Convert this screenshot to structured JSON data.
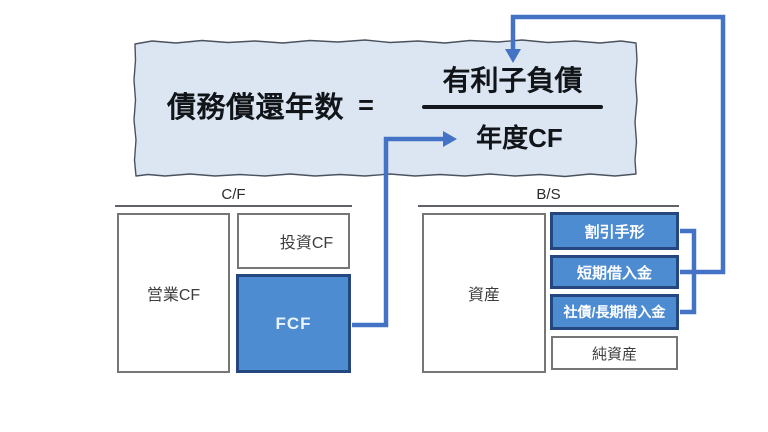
{
  "formula": {
    "lhs": "債務償還年数",
    "equals": "=",
    "numerator": "有利子負債",
    "denominator": "年度CF"
  },
  "cf_chart": {
    "title": "C/F",
    "operating_label": "営業CF",
    "investing_label": "投資CF",
    "fcf_label": "FCF"
  },
  "bs_chart": {
    "title": "B/S",
    "assets_label": "資産",
    "discounted_bills_label": "割引手形",
    "short_term_loan_label": "短期借入金",
    "bonds_long_term_loan_label": "社債/長期借入金",
    "net_assets_label": "純資産"
  },
  "icons": {
    "down_arrow": "arrow pointing down into numerator 有利子負債",
    "right_arrow": "arrow pointing right into denominator 年度CF"
  },
  "colors": {
    "connector_blue": "#4472C4",
    "blue_box_fill": "#4E8CD2",
    "blue_box_border": "#24477F",
    "formula_panel_bg": "#DCE6F2",
    "gray_box_border": "#767676",
    "text_dark": "#111418"
  }
}
